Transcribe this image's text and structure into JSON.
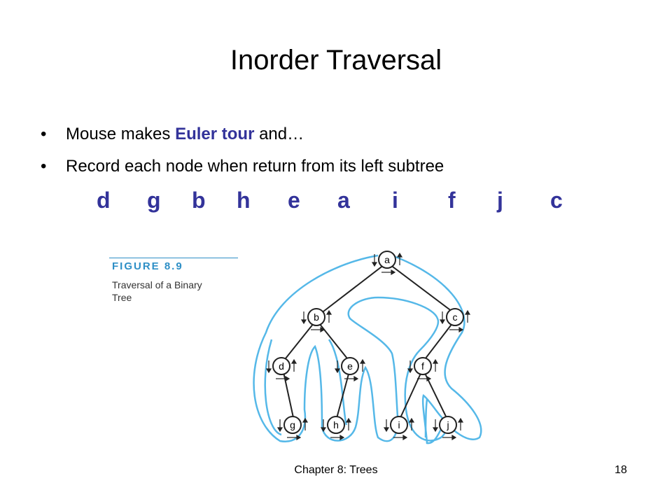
{
  "slide": {
    "title": "Inorder Traversal",
    "bullets": [
      {
        "marker": "•",
        "pre": "Mouse makes ",
        "highlight": "Euler tour",
        "post": " and…"
      },
      {
        "marker": "•",
        "text": "Record each node when return from its left subtree"
      }
    ],
    "sequence": [
      "d",
      "g",
      "b",
      "h",
      "e",
      "a",
      "i",
      "f",
      "j",
      "c"
    ],
    "accent_color": "#33339a"
  },
  "figure": {
    "label": "FIGURE 8.9",
    "caption_lines": [
      "Traversal of a Binary",
      "Tree"
    ],
    "nodes": [
      "a",
      "b",
      "c",
      "d",
      "e",
      "f",
      "g",
      "h",
      "i",
      "j"
    ],
    "tour_color": "#55b8e8"
  },
  "footer": {
    "chapter": "Chapter 8: Trees",
    "page": "18"
  }
}
